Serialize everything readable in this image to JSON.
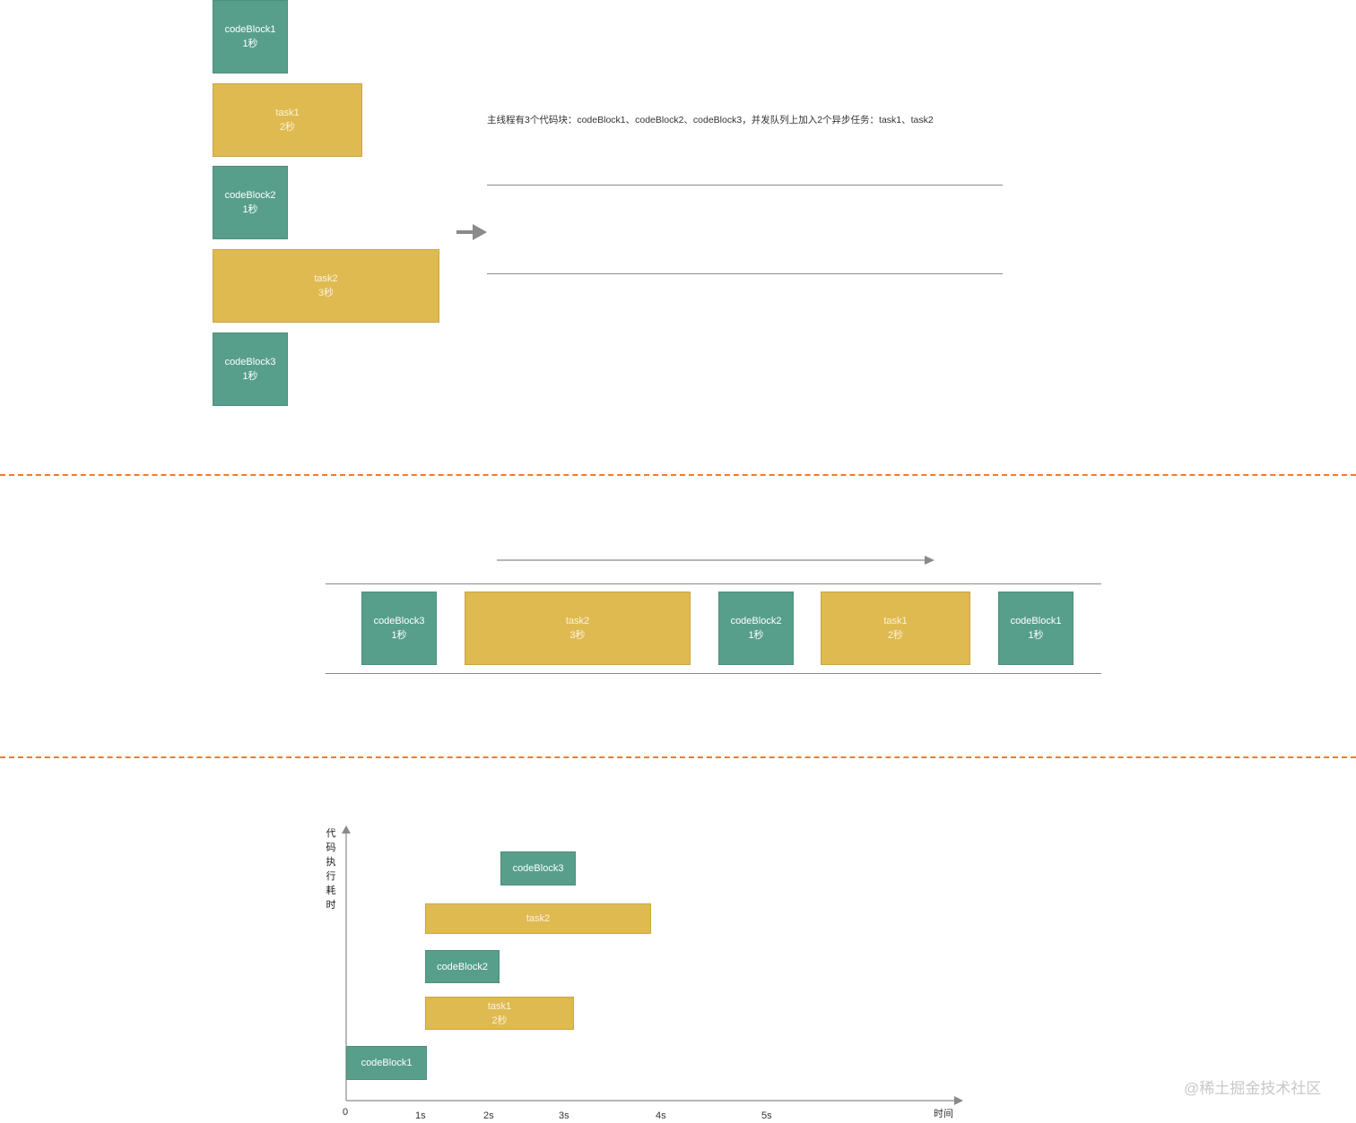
{
  "section1": {
    "description": "主线程有3个代码块：codeBlock1、codeBlock2、codeBlock3，并发队列上加入2个异步任务：task1、task2",
    "blocks": [
      {
        "name": "codeBlock1",
        "dur": "1秒"
      },
      {
        "name": "task1",
        "dur": "2秒"
      },
      {
        "name": "codeBlock2",
        "dur": "1秒"
      },
      {
        "name": "task2",
        "dur": "3秒"
      },
      {
        "name": "codeBlock3",
        "dur": "1秒"
      }
    ]
  },
  "section2": {
    "blocks": [
      {
        "name": "codeBlock3",
        "dur": "1秒"
      },
      {
        "name": "task2",
        "dur": "3秒"
      },
      {
        "name": "codeBlock2",
        "dur": "1秒"
      },
      {
        "name": "task1",
        "dur": "2秒"
      },
      {
        "name": "codeBlock1",
        "dur": "1秒"
      }
    ]
  },
  "section3": {
    "y_axis_label": [
      "代",
      "码",
      "执",
      "行",
      "耗",
      "时"
    ],
    "x_axis_label": "时间",
    "ticks": [
      "0",
      "1s",
      "2s",
      "3s",
      "4s",
      "5s"
    ],
    "bars": [
      {
        "name": "codeBlock3"
      },
      {
        "name": "task2"
      },
      {
        "name": "codeBlock2"
      },
      {
        "name": "task1",
        "dur": "2秒"
      },
      {
        "name": "codeBlock1"
      }
    ]
  },
  "colors": {
    "codeblock": "#579f8a",
    "task": "#dfba50",
    "divider": "#ee7d2a",
    "line": "#8a8a8a"
  },
  "watermark": "@稀土掘金技术社区"
}
